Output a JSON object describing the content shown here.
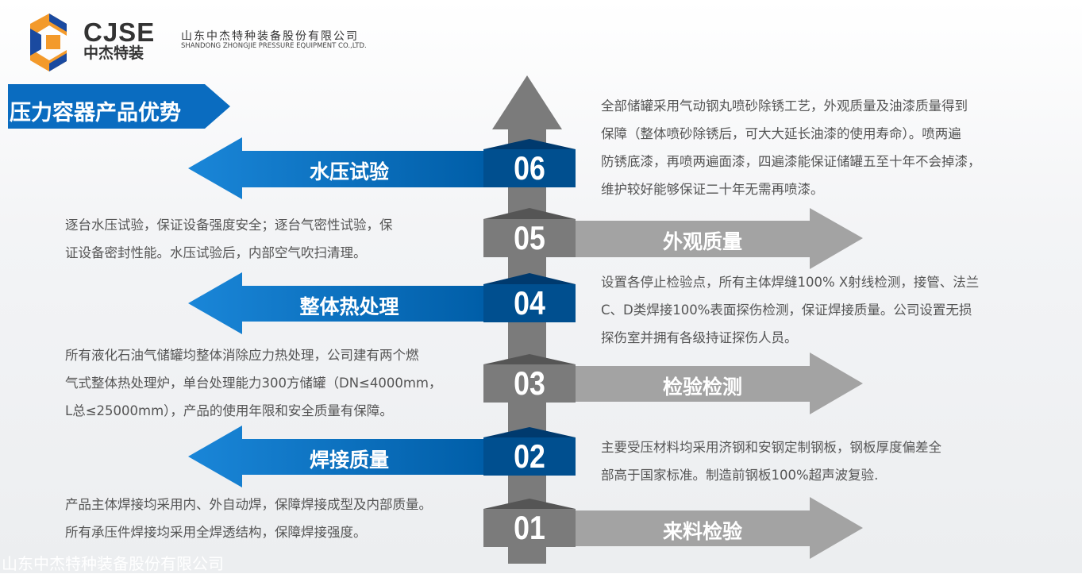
{
  "header": {
    "brand": "CJSE",
    "brand_cn": "中杰特装",
    "company_cn": "山东中杰特种装备股份有限公司",
    "company_en": "SHANDONG ZHONGJIE PRESSURE EQUIPMENT CO.,LTD."
  },
  "title": "压力容器产品优势",
  "steps": [
    {
      "num": "01",
      "label": "来料检验",
      "desc": [
        "主要受压材料均采用济钢和安钢定制钢板，钢板厚度偏差全",
        "部高于国家标准。制造前钢板100%超声波复验."
      ]
    },
    {
      "num": "02",
      "label": "焊接质量",
      "desc": [
        "产品主体焊接均采用内、外自动焊，保障焊接成型及内部质量。",
        "所有承压件焊接均采用全焊透结构，保障焊接强度。"
      ]
    },
    {
      "num": "03",
      "label": "检验检测",
      "desc": [
        "设置各停止检验点，所有主体焊缝100% X射线检测，接管、法兰",
        "C、D类焊接100%表面探伤检测，保证焊接质量。公司设置无损",
        "探伤室并拥有各级持证探伤人员。"
      ]
    },
    {
      "num": "04",
      "label": "整体热处理",
      "desc": [
        "所有液化石油气储罐均整体消除应力热处理，公司建有两个燃",
        "气式整体热处理炉，单台处理能力300方储罐（DN≤4000mm，",
        "L总≤25000mm），产品的使用年限和安全质量有保障。"
      ]
    },
    {
      "num": "05",
      "label": "外观质量",
      "desc": [
        "全部储罐采用气动钢丸喷砂除锈工艺，外观质量及油漆质量得到",
        "保障（整体喷砂除锈后，可大大延长油漆的使用寿命）。喷两遍",
        "防锈底漆，再喷两遍面漆，四遍漆能保证储罐五至十年不会掉漆，",
        "维护较好能够保证二十年无需再喷漆。"
      ]
    },
    {
      "num": "06",
      "label": "水压试验",
      "desc": [
        "逐台水压试验，保证设备强度安全；逐台气密性试验，保",
        "证设备密封性能。水压试验后，内部空气吹扫清理。"
      ]
    }
  ],
  "footer": "山东中杰特种装备股份有限公司",
  "colors": {
    "blue": "#0a6cc0",
    "blue_dark": "#004f8f",
    "gray": "#7b7b7b",
    "gray_light": "#a3a3a3"
  }
}
